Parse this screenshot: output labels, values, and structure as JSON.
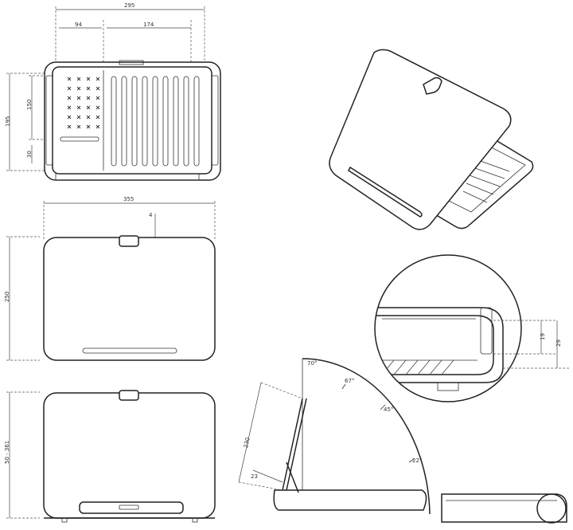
{
  "top_view": {
    "overall_width": "295",
    "left_zone_width": "94",
    "right_zone_width": "174",
    "overall_height": "195",
    "zone_height": "150",
    "slot_offset": "30"
  },
  "front_view": {
    "overall_width": "355",
    "clip_offset": "4",
    "overall_height": "250"
  },
  "back_view": {
    "overall_height": "50 - 361"
  },
  "angle_view": {
    "panel_length": "230",
    "hinge_offset": "23",
    "angles": [
      "70°",
      "67°",
      "45°",
      "22°"
    ]
  },
  "detail_view": {
    "inner_height": "19",
    "outer_height": "29"
  }
}
